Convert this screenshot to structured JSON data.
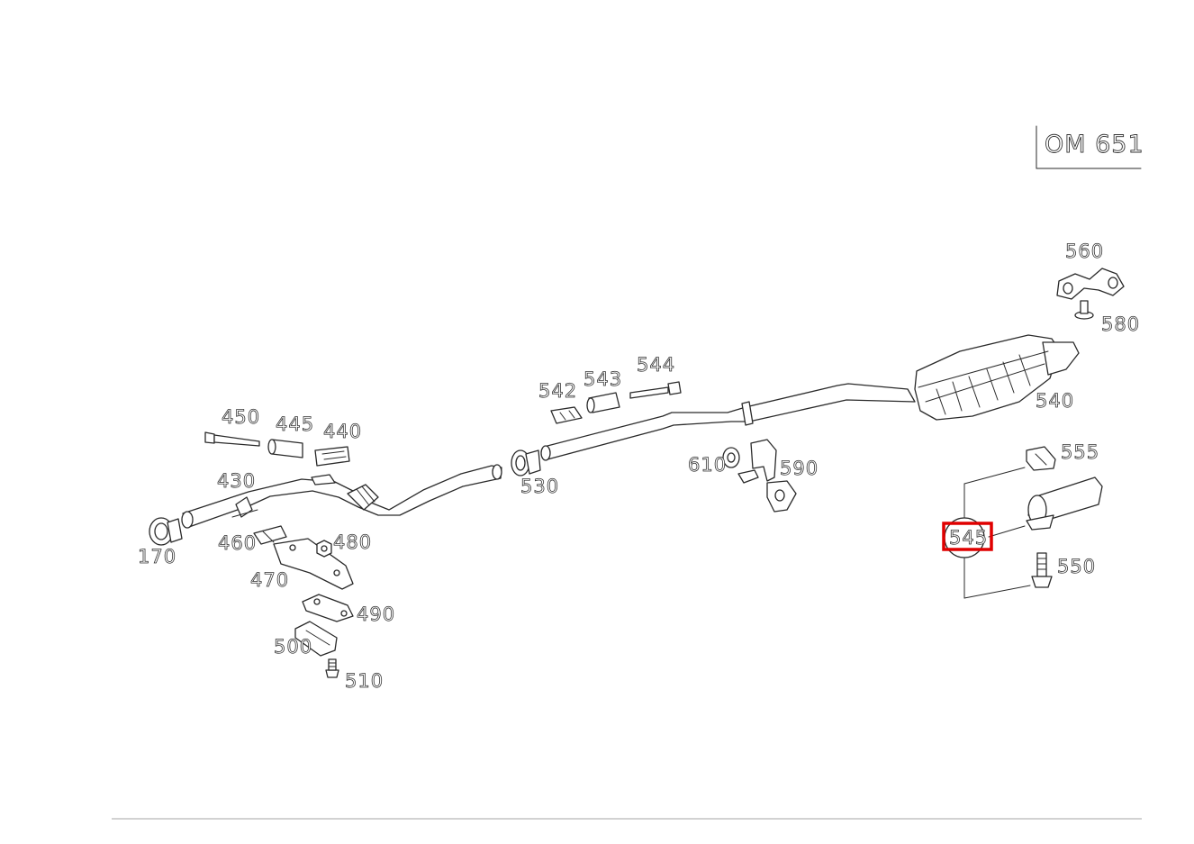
{
  "model_label": "OM 651",
  "highlight_color": "#e00000",
  "selected_part": "545",
  "callouts": {
    "c170": "170",
    "c430": "430",
    "c440": "440",
    "c445": "445",
    "c450": "450",
    "c460": "460",
    "c470": "470",
    "c480": "480",
    "c490": "490",
    "c500": "500",
    "c510": "510",
    "c530": "530",
    "c540": "540",
    "c542": "542",
    "c543": "543",
    "c544": "544",
    "c545": "545",
    "c550": "550",
    "c555": "555",
    "c560": "560",
    "c580": "580",
    "c590": "590",
    "c610": "610"
  }
}
